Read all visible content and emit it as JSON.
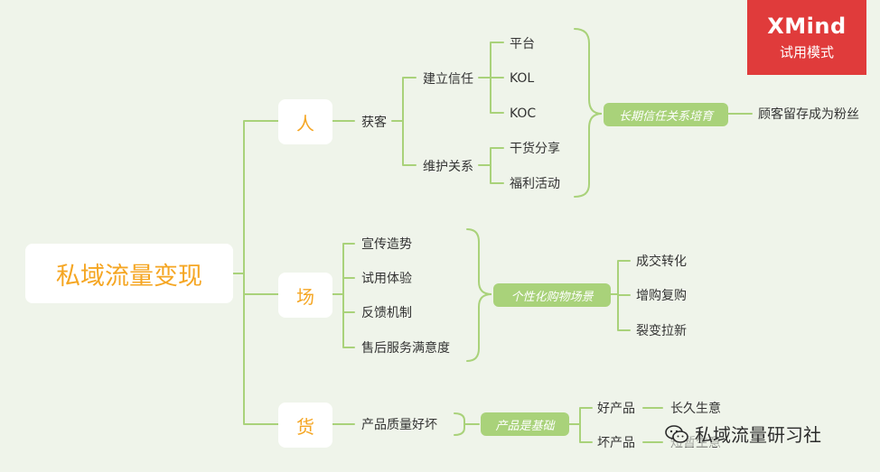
{
  "root": "私域流量变现",
  "branches": [
    {
      "label": "人",
      "sub": [
        {
          "label": "获客",
          "children": [
            {
              "label": "建立信任",
              "children": [
                "平台",
                "KOL",
                "KOC"
              ]
            },
            {
              "label": "维护关系",
              "children": [
                "干货分享",
                "福利活动"
              ]
            }
          ]
        }
      ],
      "summary": "长期信任关系培育",
      "summary_child": "顾客留存成为粉丝"
    },
    {
      "label": "场",
      "sub": [
        "宣传造势",
        "试用体验",
        "反馈机制",
        "售后服务满意度"
      ],
      "summary": "个性化购物场景",
      "summary_children": [
        "成交转化",
        "增购复购",
        "裂变拉新"
      ]
    },
    {
      "label": "货",
      "sub": [
        "产品质量好坏"
      ],
      "summary": "产品是基础",
      "summary_children": [
        {
          "label": "好产品",
          "child": "长久生意"
        },
        {
          "label": "坏产品",
          "child": "短暂生意"
        }
      ]
    }
  ],
  "badge": {
    "title": "XMind",
    "subtitle": "试用模式"
  },
  "watermark": "私域流量研习社",
  "colors": {
    "background": "#eff4ea",
    "line": "#a9d27a",
    "accent": "#f5a623",
    "badge": "#e03b3b"
  }
}
